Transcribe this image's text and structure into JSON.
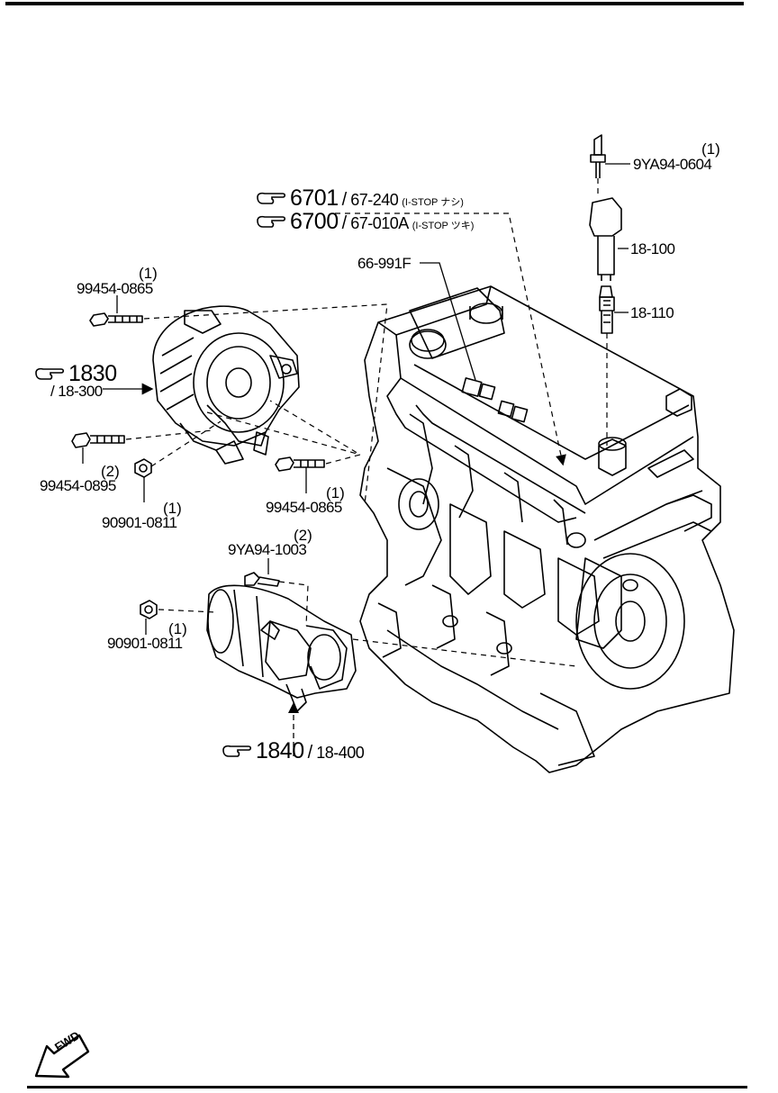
{
  "callouts": {
    "ref_6701": {
      "number": "6701",
      "sub": "67-240",
      "note": "(I-STOP ナシ)"
    },
    "ref_6700": {
      "number": "6700",
      "sub": "67-010A",
      "note": "(I-STOP ツキ)"
    },
    "ref_1830": {
      "number": "1830",
      "sub": "/ 18-300"
    },
    "ref_1840": {
      "number": "1840",
      "sub": "18-400"
    }
  },
  "parts": {
    "p_9ya94_0604": {
      "number": "9YA94-0604",
      "qty": "(1)"
    },
    "p_18_100": {
      "number": "18-100"
    },
    "p_18_110": {
      "number": "18-110"
    },
    "p_66_991f": {
      "number": "66-991F"
    },
    "p_99454_0865_top": {
      "number": "99454-0865",
      "qty": "(1)"
    },
    "p_99454_0895": {
      "number": "99454-0895",
      "qty": "(2)"
    },
    "p_90901_0811_a": {
      "number": "90901-0811",
      "qty": "(1)"
    },
    "p_99454_0865_right": {
      "number": "99454-0865",
      "qty": "(1)"
    },
    "p_9ya94_1003": {
      "number": "9YA94-1003",
      "qty": "(2)"
    },
    "p_90901_0811_b": {
      "number": "90901-0811",
      "qty": "(1)"
    }
  },
  "fwd_label": "FWD"
}
